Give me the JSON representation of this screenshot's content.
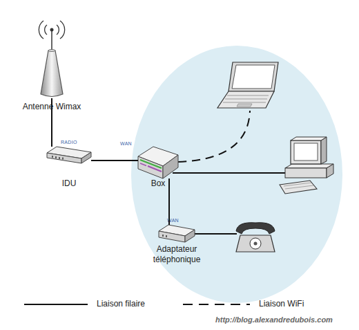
{
  "diagram": {
    "nodes": [
      {
        "text": [
          "Antenne Wimax"
        ]
      },
      {
        "text": [
          "RADIO",
          "IDU"
        ]
      },
      {
        "text": [
          "WAN",
          "Box"
        ]
      },
      {
        "text": [
          "WAN",
          "Adaptateur téléphonique"
        ]
      }
    ],
    "edges": [
      {
        "from": 0,
        "to": 1,
        "arrow": "none"
      },
      {
        "from": 1,
        "to": 2,
        "arrow": "none"
      },
      {
        "from": 2,
        "to": 3,
        "arrow": "none"
      }
    ],
    "labels": [
      "http://blog.alexandredubois.com"
    ],
    "legend": [
      {
        "text": "Liaison filaire"
      },
      {
        "text": "Liaison WiFi"
      }
    ]
  }
}
